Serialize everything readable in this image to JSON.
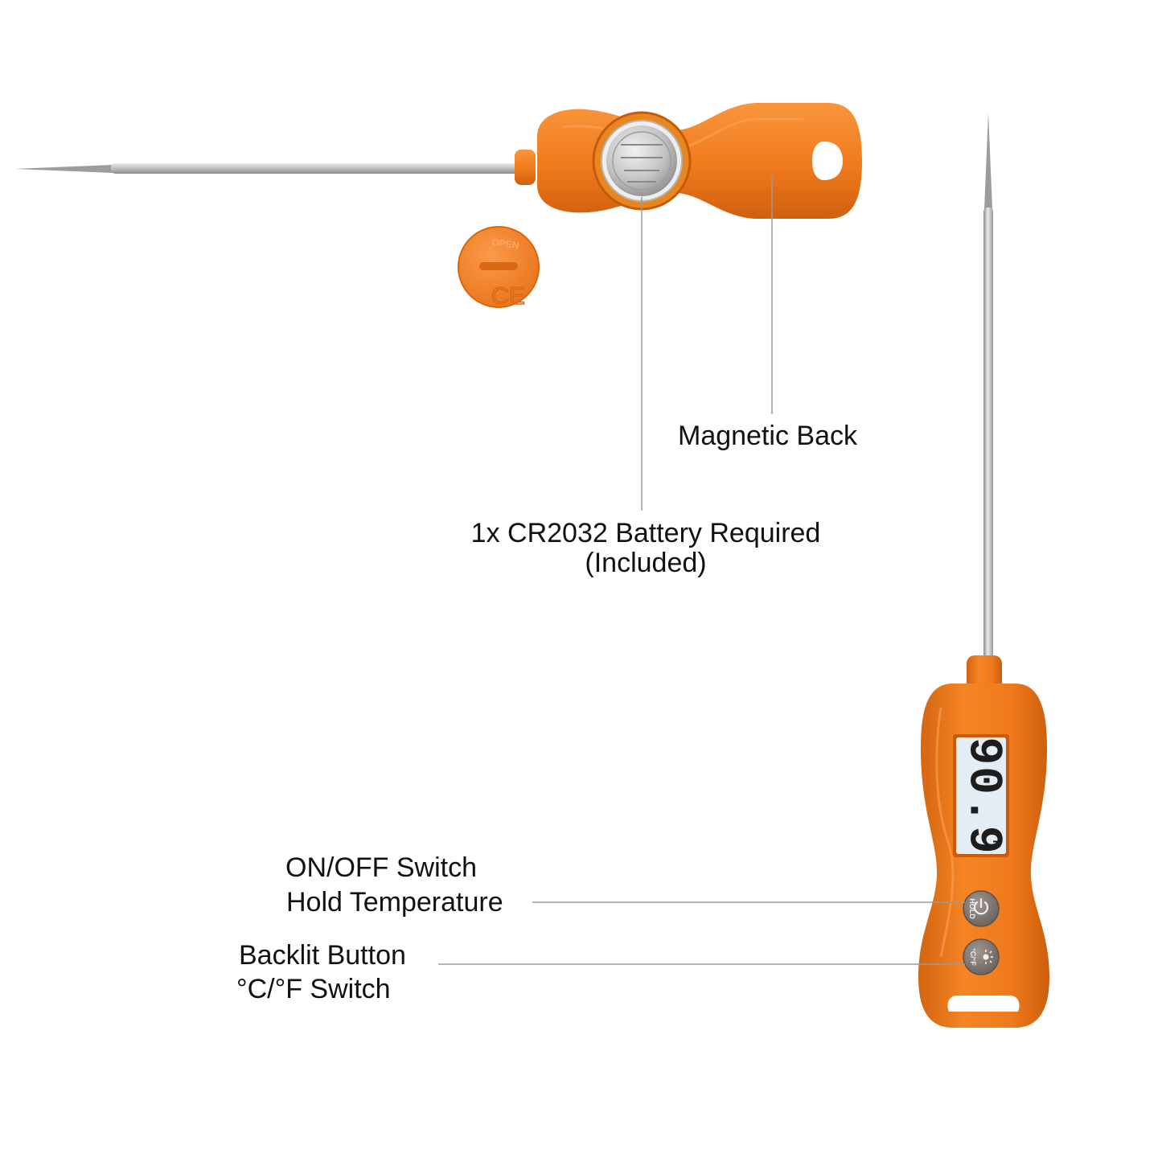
{
  "colors": {
    "body_orange": "#f07a1c",
    "body_orange_dark": "#d2620e",
    "body_orange_light": "#f9943a",
    "steel": "#c9c9c9",
    "steel_dark": "#8f8f8f",
    "leader_line": "#9a9a9a",
    "lcd_bg": "#e4ecf4",
    "lcd_digit": "#1d1d1d",
    "button_gray": "#7d7470"
  },
  "annotations": {
    "magnetic_back": "Magnetic Back",
    "battery_line1": "1x CR2032 Battery Required",
    "battery_line2": "(Included)",
    "onoff_line1": "ON/OFF Switch",
    "onoff_line2": "Hold Temperature",
    "backlit_line1": "Backlit Button",
    "backlit_line2": "°C/°F Switch"
  },
  "battery_cap": {
    "open_text": "OPEN",
    "mark_text": "CE"
  },
  "display": {
    "reading": "90.9",
    "unit": "°F"
  },
  "buttons": {
    "hold_text": "HOLD",
    "unit_text": "°C/°F",
    "power_icon": "power-icon",
    "backlight_icon": "light-icon"
  }
}
